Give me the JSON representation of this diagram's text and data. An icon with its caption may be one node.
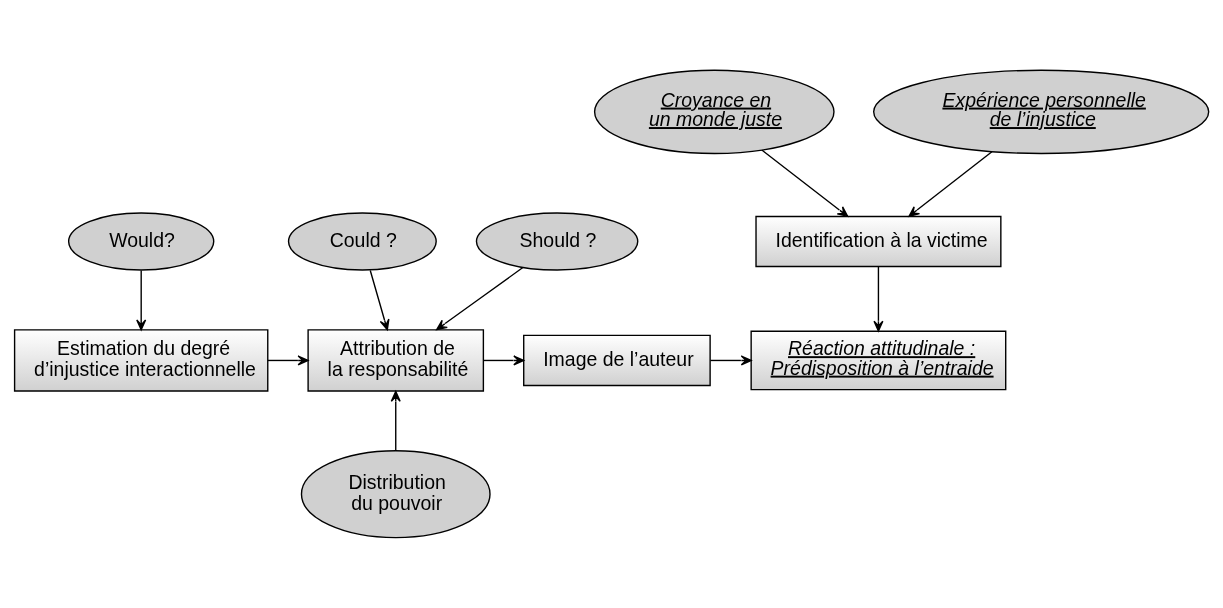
{
  "diagram": {
    "nodes": [
      {
        "text": [
          "Croyance en un monde juste"
        ]
      },
      {
        "text": [
          "Expérience personnelle de l’injustice"
        ]
      },
      {
        "text": [
          "Identification à la victime"
        ]
      },
      {
        "text": [
          "Would?"
        ]
      },
      {
        "text": [
          "Could ?"
        ]
      },
      {
        "text": [
          "Should ?"
        ]
      },
      {
        "text": [
          "Estimation du degré d’injustice interactionnelle"
        ]
      },
      {
        "text": [
          "Attribution de la responsabilité"
        ]
      },
      {
        "text": [
          "Image de l’auteur"
        ]
      },
      {
        "text": [
          "Réaction attitudinale : Prédisposition à l’entraide"
        ]
      },
      {
        "text": [
          "Distribution du pouvoir"
        ]
      }
    ],
    "edges": [
      {
        "from": 0,
        "to": 2,
        "arrow": "to"
      },
      {
        "from": 1,
        "to": 2,
        "arrow": "to"
      },
      {
        "from": 3,
        "to": 6,
        "arrow": "to"
      },
      {
        "from": 4,
        "to": 7,
        "arrow": "to"
      },
      {
        "from": 5,
        "to": 7,
        "arrow": "to"
      },
      {
        "from": 6,
        "to": 7,
        "arrow": "to"
      },
      {
        "from": 7,
        "to": 8,
        "arrow": "to"
      },
      {
        "from": 8,
        "to": 9,
        "arrow": "to"
      },
      {
        "from": 2,
        "to": 9,
        "arrow": "to"
      },
      {
        "from": 10,
        "to": 7,
        "arrow": "to"
      }
    ]
  }
}
